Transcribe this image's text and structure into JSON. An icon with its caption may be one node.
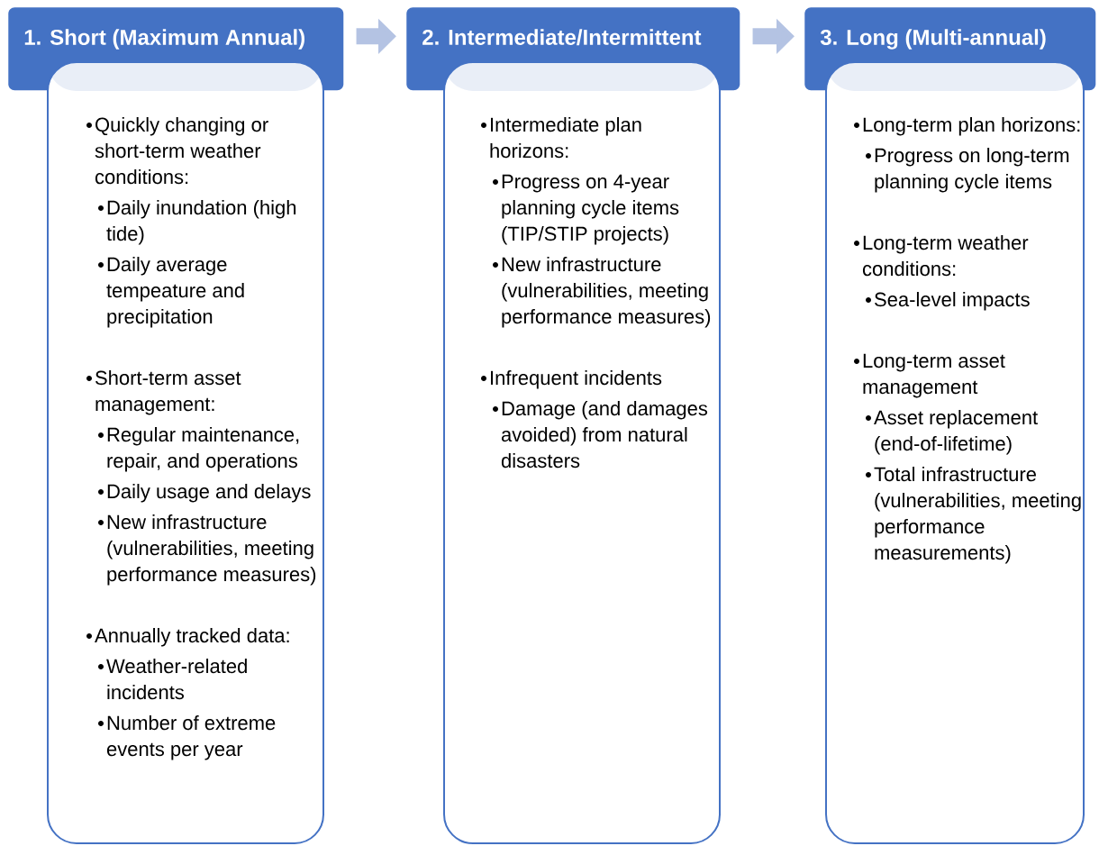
{
  "diagram": {
    "nodes": [
      {
        "text": [
          "1. Short (Maximum Annual)"
        ]
      },
      {
        "text": [
          "Quickly changing or short-term weather conditions:",
          "Daily inundation (high tide)",
          "Daily average tempeature and precipitation",
          "Short-term asset management:",
          "Regular maintenance, repair, and operations",
          "Daily usage and delays",
          "New infrastructure (vulnerabilities, meeting performance measures)",
          "Annually tracked data:",
          "Weather-related incidents",
          "Number of extreme events per year"
        ]
      },
      {
        "text": [
          "2. Intermediate/Intermittent"
        ]
      },
      {
        "text": [
          "Intermediate plan horizons:",
          "Progress on 4-year planning cycle items (TIP/STIP projects)",
          "New infrastructure (vulnerabilities, meeting performance measures)",
          "Infrequent incidents",
          "Damage (and damages avoided) from natural disasters"
        ]
      },
      {
        "text": [
          "3. Long (Multi-annual)"
        ]
      },
      {
        "text": [
          "Long-term plan horizons:",
          "Progress on long-term planning cycle items",
          "Long-term weather conditions:",
          "Sea-level impacts",
          "Long-term asset management",
          "Asset replacement (end-of-lifetime)",
          "Total infrastructure (vulnerabilities, meeting performance measurements)"
        ]
      }
    ],
    "edges": [
      {
        "from": 0,
        "to": 2,
        "arrow": "to"
      },
      {
        "from": 2,
        "to": 4,
        "arrow": "to"
      }
    ]
  }
}
